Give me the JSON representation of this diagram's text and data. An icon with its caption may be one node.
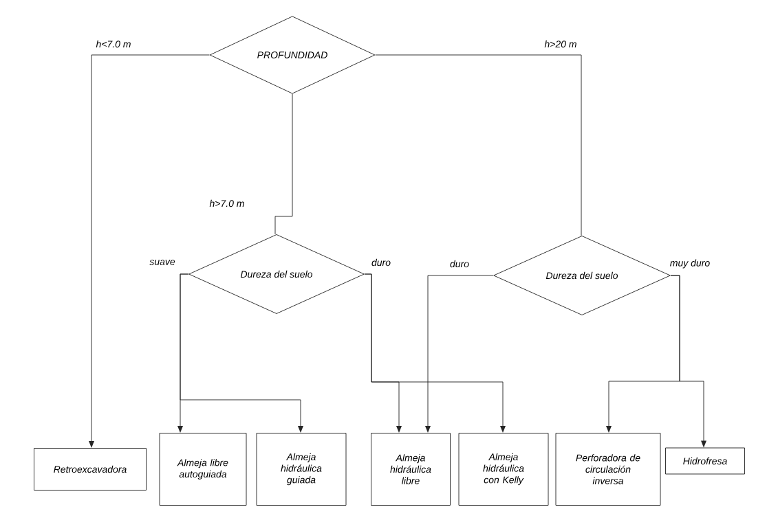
{
  "diagram": {
    "nodes": [
      {
        "text": [
          "PROFUNDIDAD"
        ]
      },
      {
        "text": [
          "Dureza del suelo"
        ]
      },
      {
        "text": [
          "Dureza del suelo"
        ]
      },
      {
        "text": [
          "Retroexcavadora"
        ]
      },
      {
        "text": [
          "Almeja libre autoguiada"
        ]
      },
      {
        "text": [
          "Almeja hidráulica guiada"
        ]
      },
      {
        "text": [
          "Almeja hidráulica libre"
        ]
      },
      {
        "text": [
          "Almeja hidráulica con Kelly"
        ]
      },
      {
        "text": [
          "Perforadora de circulación inversa"
        ]
      },
      {
        "text": [
          "Hidrofresa"
        ]
      }
    ],
    "edges": [
      {
        "from": 0,
        "to": 3,
        "arrow": "to",
        "label": "h<7.0 m"
      },
      {
        "from": 0,
        "to": 1,
        "arrow": "none",
        "label": "h>7.0 m"
      },
      {
        "from": 0,
        "to": 2,
        "arrow": "none",
        "label": "h>20 m"
      },
      {
        "from": 1,
        "to": 4,
        "arrow": "to",
        "label": "suave"
      },
      {
        "from": 1,
        "to": 5,
        "arrow": "to"
      },
      {
        "from": 1,
        "to": 6,
        "arrow": "to",
        "label": "duro"
      },
      {
        "from": 1,
        "to": 7,
        "arrow": "to"
      },
      {
        "from": 2,
        "to": 6,
        "arrow": "to",
        "label": "duro"
      },
      {
        "from": 2,
        "to": 8,
        "arrow": "to",
        "label": "muy duro"
      },
      {
        "from": 2,
        "to": 9,
        "arrow": "to"
      }
    ]
  }
}
